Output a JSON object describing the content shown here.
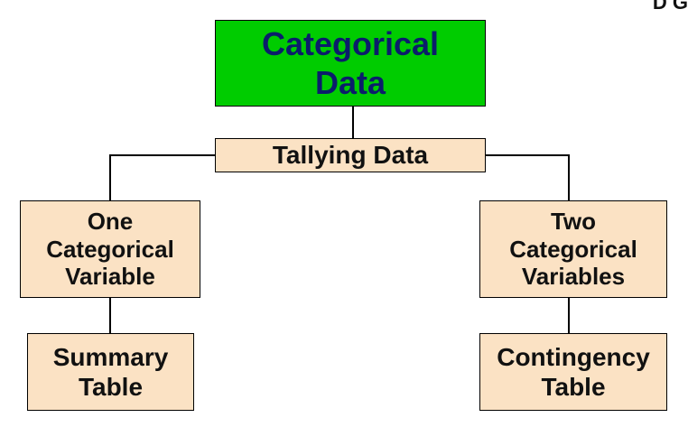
{
  "diagram": {
    "root": "Categorical\nData",
    "middle": "Tallying Data",
    "left_branch": "One\nCategorical\nVariable",
    "right_branch": "Two\nCategorical\nVariables",
    "left_leaf": "Summary\nTable",
    "right_leaf": "Contingency\nTable",
    "corner_fragment": "D G"
  },
  "colors": {
    "root_fill": "#00cc00",
    "root_text": "#0b1d6b",
    "node_fill": "#fbe2c4",
    "line": "#000000"
  }
}
